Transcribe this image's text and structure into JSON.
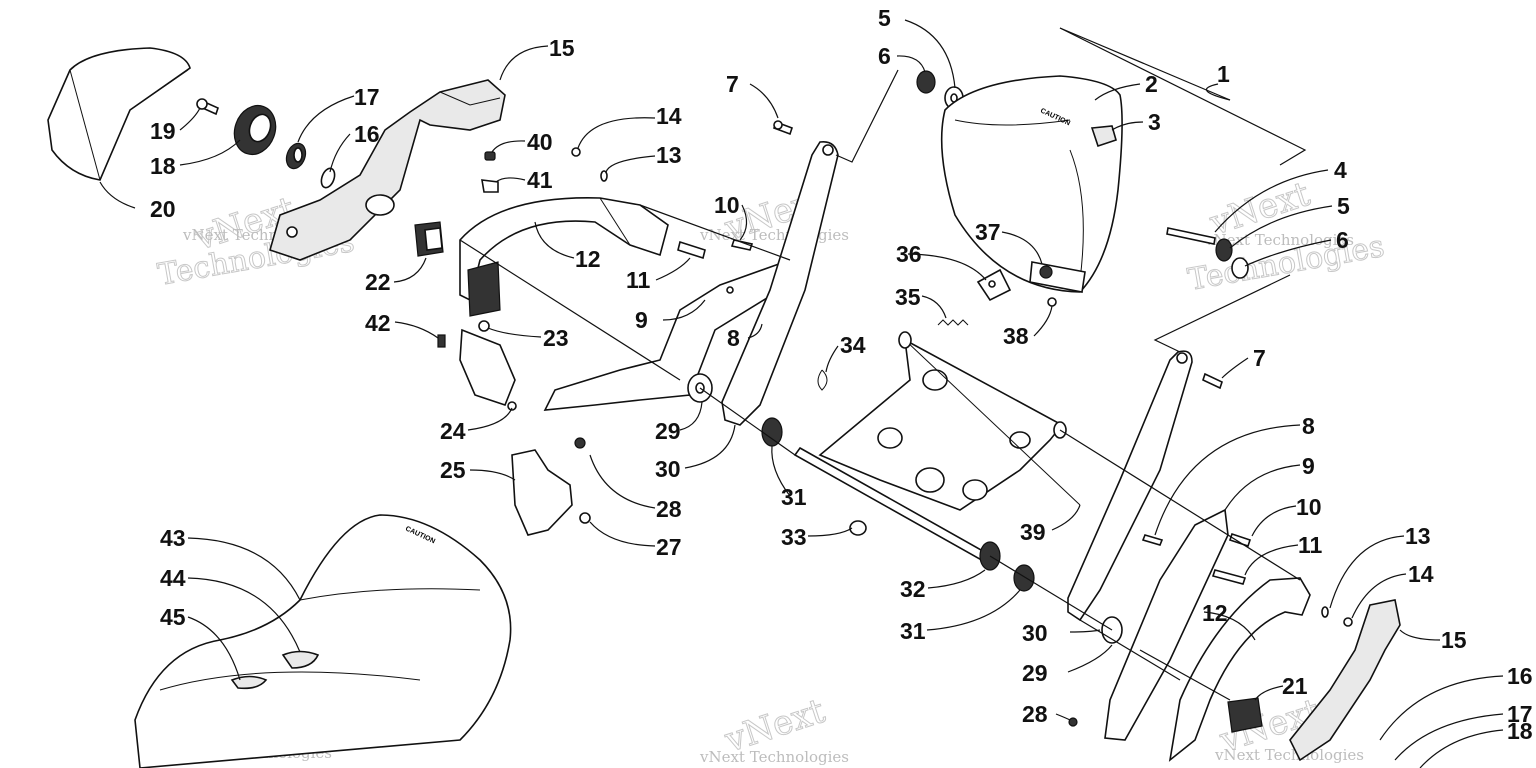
{
  "callouts": {
    "c1": "1",
    "c2": "2",
    "c3": "3",
    "c4": "4",
    "c5a": "5",
    "c5b": "5",
    "c6a": "6",
    "c6b": "6",
    "c7a": "7",
    "c7b": "7",
    "c8a": "8",
    "c8b": "8",
    "c9a": "9",
    "c9b": "9",
    "c10a": "10",
    "c10b": "10",
    "c11a": "11",
    "c11b": "11",
    "c12a": "12",
    "c12b": "12",
    "c13a": "13",
    "c13b": "13",
    "c14a": "14",
    "c14b": "14",
    "c15a": "15",
    "c15b": "15",
    "c16a": "16",
    "c16b": "16",
    "c17a": "17",
    "c17b": "17",
    "c18a": "18",
    "c18b": "18",
    "c19": "19",
    "c20": "20",
    "c21": "21",
    "c22": "22",
    "c23": "23",
    "c24": "24",
    "c25": "25",
    "c27": "27",
    "c28a": "28",
    "c28b": "28",
    "c29a": "29",
    "c29b": "29",
    "c30a": "30",
    "c30b": "30",
    "c31a": "31",
    "c31b": "31",
    "c32": "32",
    "c33": "33",
    "c34": "34",
    "c35": "35",
    "c36": "36",
    "c37": "37",
    "c38": "38",
    "c39": "39",
    "c40": "40",
    "c41": "41",
    "c42": "42",
    "c43": "43",
    "c44": "44",
    "c45": "45"
  },
  "watermark": {
    "brand": "vNext",
    "line1": "vNext Technologies",
    "line2": "Technologies"
  },
  "decals": {
    "caution": "CAUTION"
  }
}
